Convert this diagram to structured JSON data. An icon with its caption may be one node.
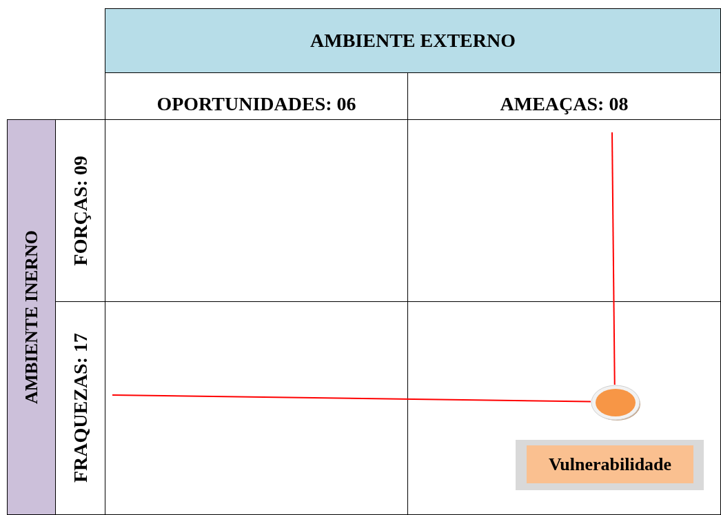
{
  "diagram": {
    "nodes": [
      {
        "text": [
          "AMBIENTE EXTERNO"
        ]
      },
      {
        "text": [
          "OPORTUNIDADES: 06"
        ]
      },
      {
        "text": [
          "AMEAÇAS: 08"
        ]
      },
      {
        "text": [
          "AMBIENTE INERNO"
        ]
      },
      {
        "text": [
          "FORÇAS: 09"
        ]
      },
      {
        "text": [
          "FRAQUEZAS: 17"
        ]
      },
      {
        "text": [],
        "shape": "box"
      },
      {
        "text": [],
        "shape": "box"
      },
      {
        "text": [],
        "shape": "box"
      },
      {
        "text": [],
        "shape": "circle",
        "in": 8
      },
      {
        "text": [
          "Vulnerabilidade"
        ],
        "in": 8
      }
    ],
    "edges": [
      {
        "from": 6,
        "to": 9,
        "arrow": "none"
      },
      {
        "from": 7,
        "to": 9,
        "arrow": "none"
      }
    ]
  }
}
